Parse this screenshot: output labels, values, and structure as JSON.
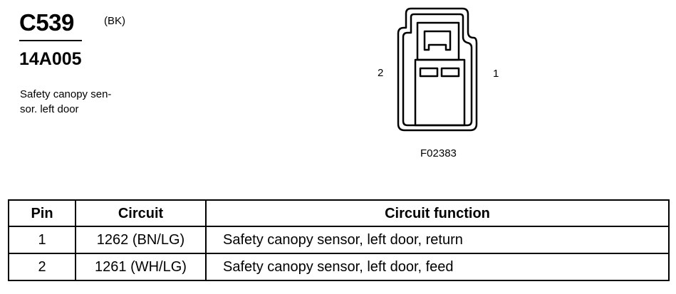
{
  "connector": {
    "id": "C539",
    "color": "(BK)",
    "part_number": "14A005",
    "description_line1": "Safety canopy sen-",
    "description_line2": "sor. left door"
  },
  "diagram": {
    "pin_left": "2",
    "pin_right": "1",
    "figure_id": "F02383"
  },
  "table": {
    "headers": {
      "pin": "Pin",
      "circuit": "Circuit",
      "function": "Circuit function"
    },
    "rows": [
      {
        "pin": "1",
        "circuit": "1262 (BN/LG)",
        "function": "Safety canopy sensor, left door, return"
      },
      {
        "pin": "2",
        "circuit": "1261 (WH/LG)",
        "function": "Safety canopy sensor, left door, feed"
      }
    ]
  }
}
